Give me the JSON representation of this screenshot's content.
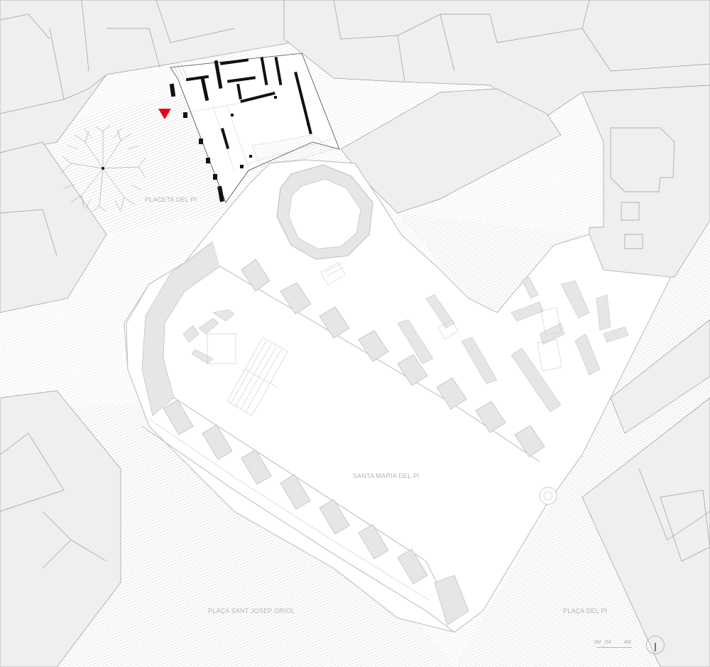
{
  "drawing": {
    "type": "architectural site plan",
    "background_color": "#ffffff",
    "block_fill_color": "#efefef",
    "block_line_color": "#9a9a9a",
    "church_wall_fill_color": "#e6e6e6",
    "highlight_wall_color": "#111111",
    "marker_color": "#e8001c",
    "label_color": "#b4b4b4"
  },
  "labels": {
    "placeta_del_pi": "PLACETA DEL PI",
    "church": "SANTA MARIA DEL PI",
    "placa_sant_josep_oriol": "PLAÇA SANT JOSEP ORIOL",
    "placa_del_pi": "PLAÇA DEL PI"
  },
  "scale_bar": {
    "ticks": [
      "0M",
      "1M",
      "4M"
    ]
  },
  "icons": {
    "north_arrow": "north-arrow-icon",
    "location_marker": "red-triangle-marker-icon",
    "tree": "tree-icon"
  }
}
